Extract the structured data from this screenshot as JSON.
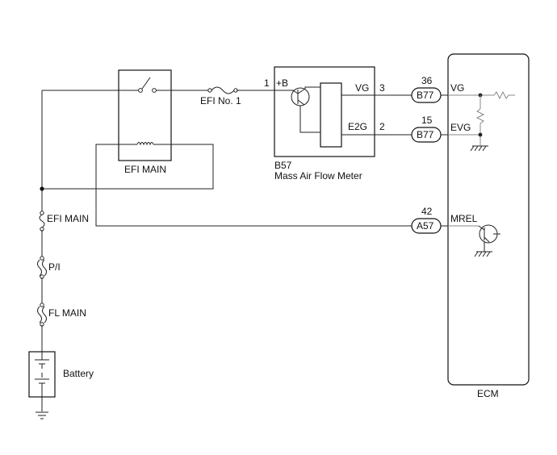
{
  "relay": {
    "label": "EFI MAIN"
  },
  "fuse_efi_no1": {
    "label": "EFI No. 1"
  },
  "fuse_efi_main": {
    "label": "EFI MAIN"
  },
  "fuse_pi": {
    "label": "P/I"
  },
  "fuse_fl_main": {
    "label": "FL MAIN"
  },
  "battery": {
    "label": "Battery"
  },
  "maf": {
    "code": "B57",
    "name": "Mass Air Flow Meter",
    "pin1_num": "1",
    "pin1_name": "+B",
    "pin3_num": "3",
    "pin3_name": "VG",
    "pin2_num": "2",
    "pin2_name": "E2G"
  },
  "ecm": {
    "label": "ECM",
    "pin_vg": {
      "num": "36",
      "connector": "B77",
      "name": "VG"
    },
    "pin_evg": {
      "num": "15",
      "connector": "B77",
      "name": "EVG"
    },
    "pin_mrel": {
      "num": "42",
      "connector": "A57",
      "name": "MREL"
    }
  }
}
